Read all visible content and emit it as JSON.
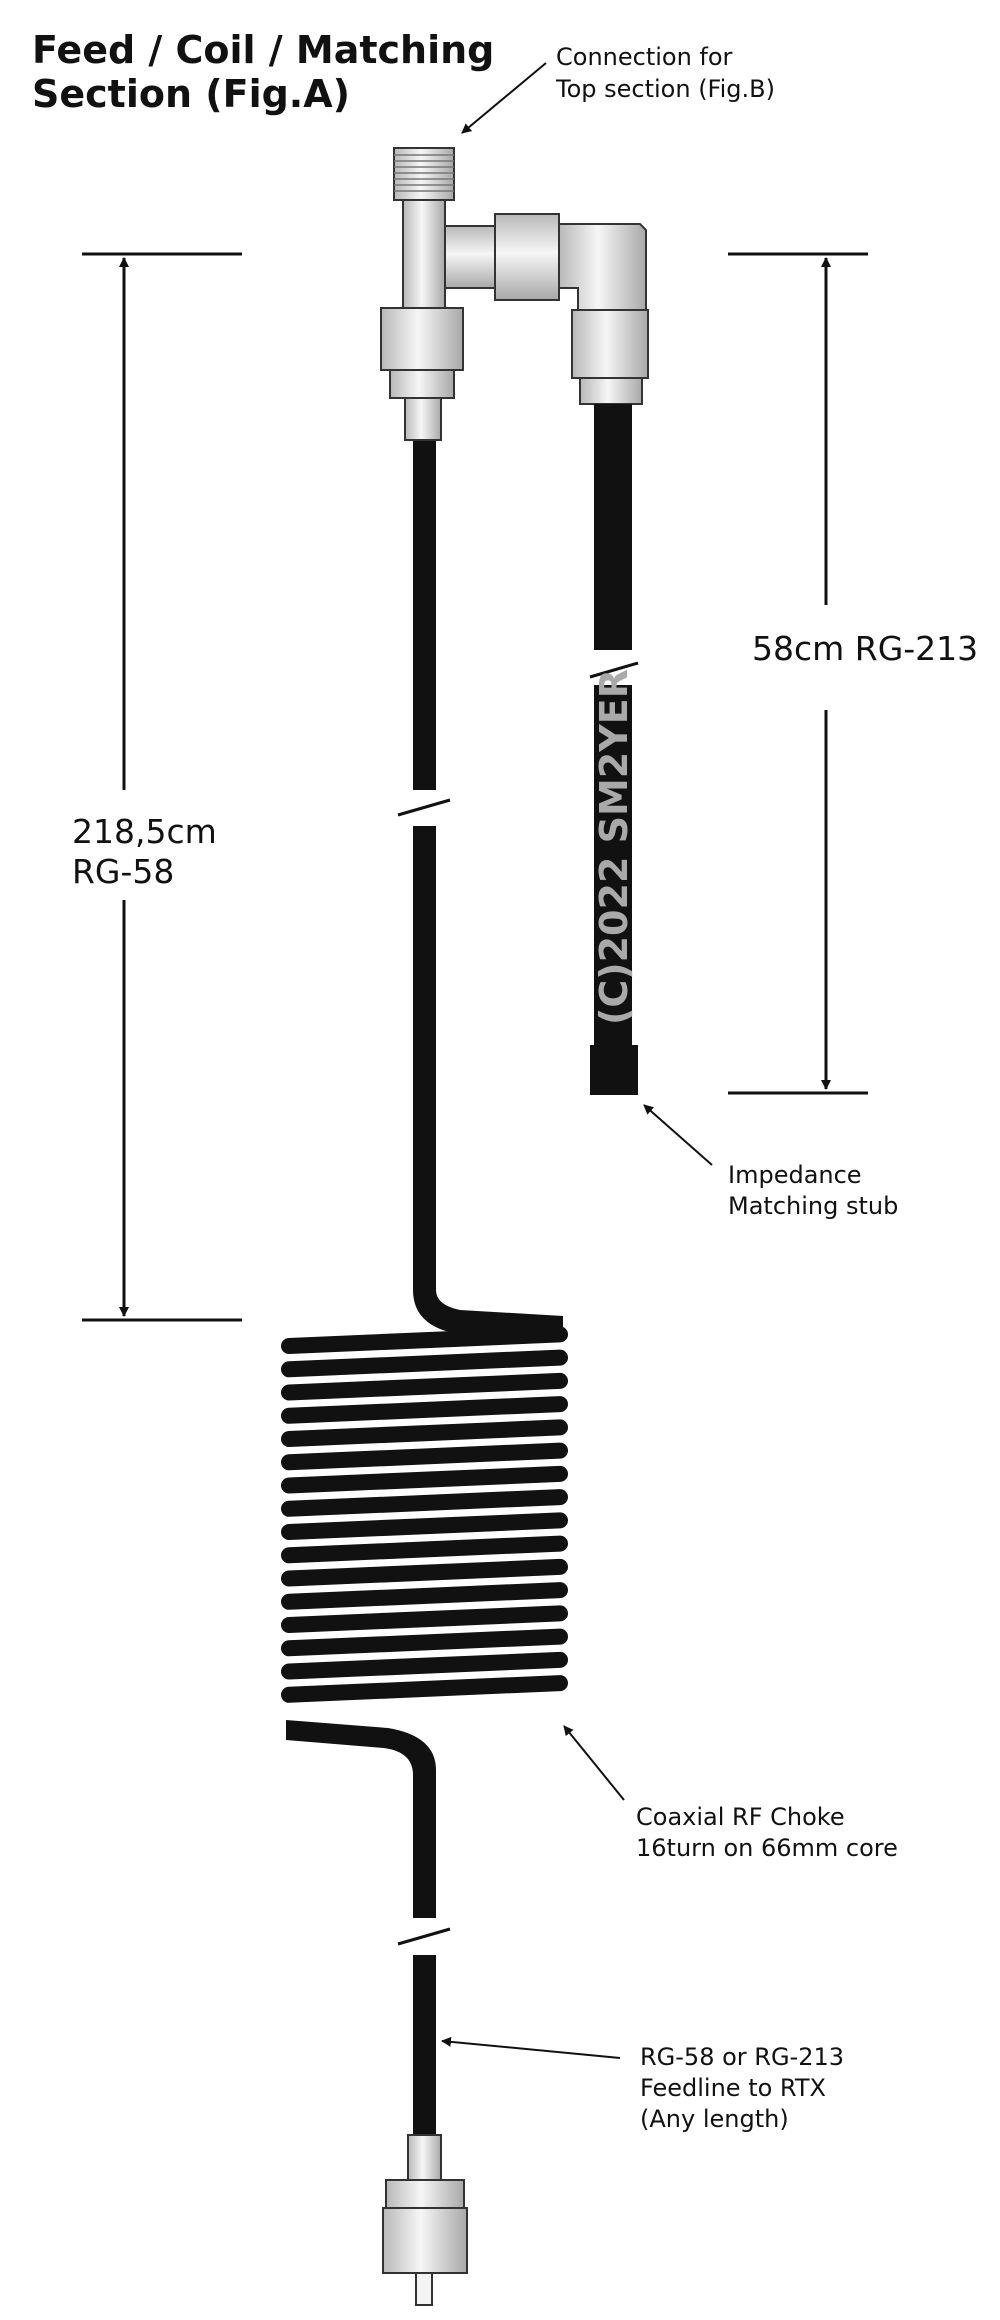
{
  "title": {
    "line1": "Feed / Coil / Matching",
    "line2": "Section (Fig.A)"
  },
  "annotations": {
    "connection": {
      "line1": "Connection for",
      "line2": "Top section (Fig.B)"
    },
    "stub": {
      "line1": "Impedance",
      "line2": "Matching stub"
    },
    "choke": {
      "line1": "Coaxial RF Choke",
      "line2": "16turn on 66mm core"
    },
    "feedline": {
      "line1": "RG-58 or RG-213",
      "line2": "Feedline to RTX",
      "line3": "(Any length)"
    }
  },
  "dimensions": {
    "main": {
      "line1": "218,5cm",
      "line2": "RG-58"
    },
    "stub": {
      "text": "58cm RG-213"
    }
  },
  "watermark": "(C)2022 SM2YER",
  "choke": {
    "turns": 16
  },
  "colors": {
    "cable": "#111111",
    "metal_light": "#f4f4f4",
    "metal_dark": "#b5b5b5",
    "watermark": "#a9a9a9"
  }
}
